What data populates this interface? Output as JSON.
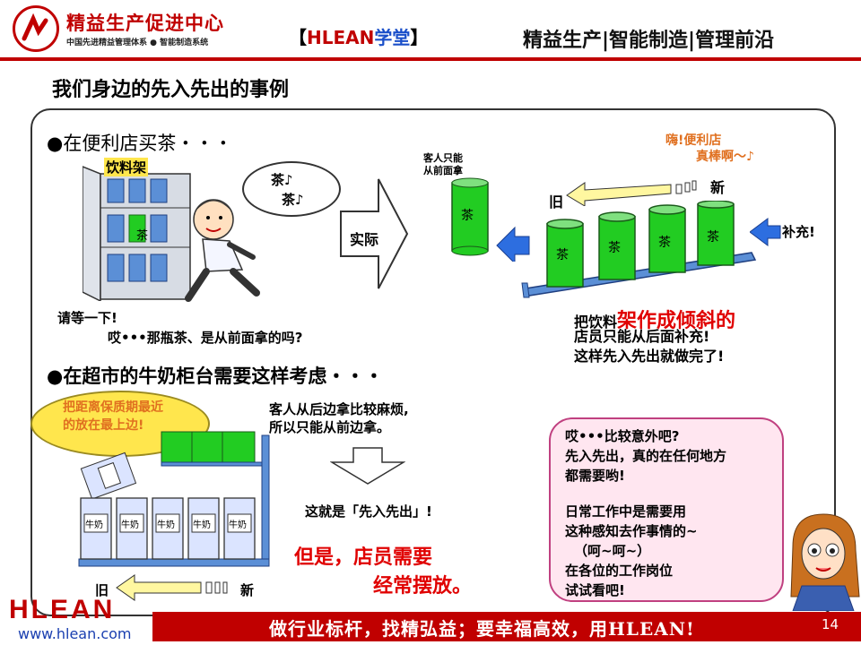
{
  "header": {
    "logo_title": "精益生产促进中心",
    "logo_subtitle": "中国先进精益管理体系 ● 智能制造系统",
    "academy_open": "【",
    "academy_brand": "HLEAN",
    "academy_school": "学堂",
    "academy_close": "】",
    "tagline": "精益生产|智能制造|管理前沿"
  },
  "title": "我们身边的先入先出的事例",
  "section1": {
    "heading": "●在便利店买茶・・・",
    "shelf_label": "饮料架",
    "tea_glyph": "茶",
    "thought_line1": "茶♪",
    "thought_line2": "茶♪",
    "wait": "请等一下!",
    "question": "哎•••那瓶茶、是从前面拿的吗?",
    "actual_label": "实际",
    "customer_front_line1": "客人只能",
    "customer_front_line2": "从前面拿",
    "old": "旧",
    "new": "新",
    "exclaim_line1": "嗨!便利店",
    "exclaim_line2": "真棒啊～♪",
    "refill": "补充!",
    "caption_prefix": "把饮料",
    "caption_emphasis": "架作成倾斜的",
    "caption_line2": "店员只能从后面补充!",
    "caption_line3": "这样先入先出就做完了!"
  },
  "section2": {
    "heading": "●在超市的牛奶柜台需要这样考虑・・・",
    "bubble_line1": "把距离保质期最近",
    "bubble_line2": "的放在最上边!",
    "milk_label": "牛奶",
    "back_line1": "客人从后边拿比较麻烦,",
    "back_line2": "所以只能从前边拿。",
    "fifo": "这就是「先入先出」!",
    "but_line1": "但是，店员需要",
    "but_line2": "经常摆放。",
    "old": "旧",
    "new": "新"
  },
  "bubble_right": {
    "line1": "哎•••比较意外吧?",
    "line2": "先入先出，真的在任何地方",
    "line3": "都需要哟!",
    "line4": "日常工作中是需要用",
    "line5": "这种感知去作事情的~",
    "line6": "（呵~呵~）",
    "line7": "在各位的工作岗位",
    "line8": "试试看吧!"
  },
  "footer": {
    "logo": "HLEAN",
    "url": "www.hlean.com",
    "slogan": "做行业标杆，找精弘益；要幸福高效，用HLEAN!",
    "page": "14"
  },
  "colors": {
    "brand_red": "#c00000",
    "can_green": "#22cc22",
    "bubble_yellow": "#ffe64d",
    "bubble_pink": "#ffe6f0",
    "arrow_blue": "#2d6ee0"
  }
}
